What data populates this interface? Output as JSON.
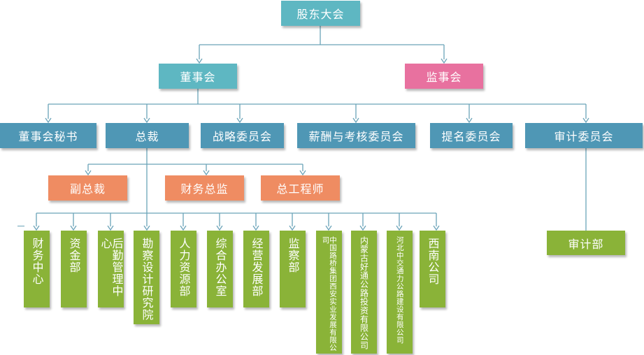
{
  "nodes": {
    "shareholders": "股东大会",
    "board": "董事会",
    "supervisory": "监事会",
    "board_secretary": "董事会秘书",
    "president": "总裁",
    "strategy_committee": "战略委员会",
    "compensation_committee": "薪酬与考核委员会",
    "nomination_committee": "提名委员会",
    "audit_committee": "审计委员会",
    "vice_president": "副总裁",
    "cfo": "财务总监",
    "chief_engineer": "总工程师",
    "audit_dept": "审计部"
  },
  "departments": [
    "财务中心",
    "资金部",
    "后勤管理中心",
    "勘察设计研究院",
    "人力资源部",
    "综合办公室",
    "经营发展部",
    "监察部",
    "中国路桥集团西安实业发展有限公司",
    "内蒙古好通公路投资有限公司",
    "河北中交通力公路建设有限公司",
    "西南公司"
  ],
  "colors": {
    "connector": "#6aa3b8",
    "teal": "#5eb7c2",
    "pink": "#e8719f",
    "blue": "#4f97b5",
    "orange": "#ef8c62",
    "green": "#8ab338"
  }
}
